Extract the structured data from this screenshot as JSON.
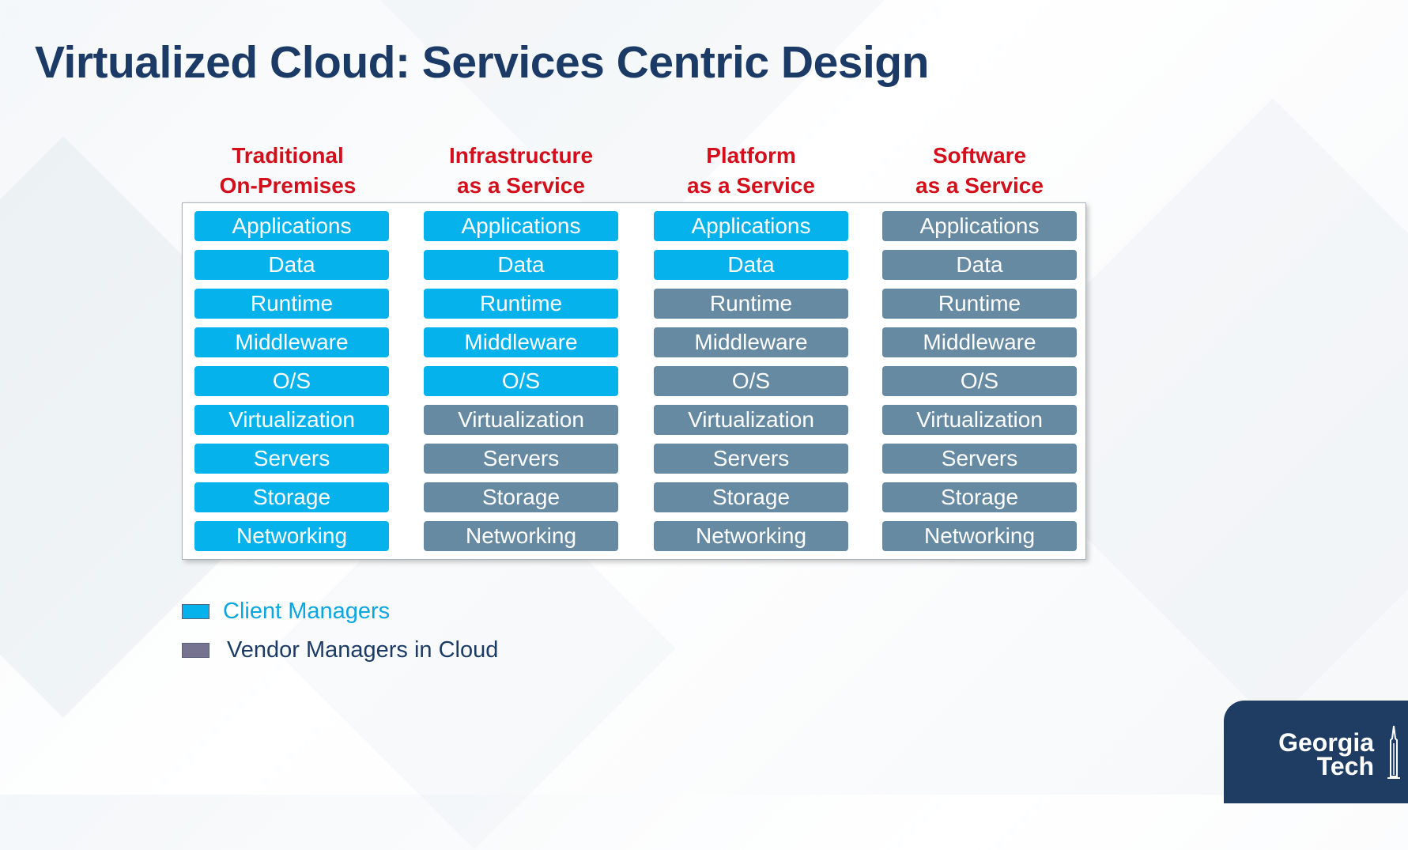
{
  "title": "Virtualized Cloud: Services Centric Design",
  "columns": [
    {
      "header": [
        "Traditional",
        "On-Premises"
      ],
      "cells": [
        {
          "label": "Applications",
          "managed_by": "client"
        },
        {
          "label": "Data",
          "managed_by": "client"
        },
        {
          "label": "Runtime",
          "managed_by": "client"
        },
        {
          "label": "Middleware",
          "managed_by": "client"
        },
        {
          "label": "O/S",
          "managed_by": "client"
        },
        {
          "label": "Virtualization",
          "managed_by": "client"
        },
        {
          "label": "Servers",
          "managed_by": "client"
        },
        {
          "label": "Storage",
          "managed_by": "client"
        },
        {
          "label": "Networking",
          "managed_by": "client"
        }
      ]
    },
    {
      "header": [
        "Infrastructure",
        "as a Service"
      ],
      "cells": [
        {
          "label": "Applications",
          "managed_by": "client"
        },
        {
          "label": "Data",
          "managed_by": "client"
        },
        {
          "label": "Runtime",
          "managed_by": "client"
        },
        {
          "label": "Middleware",
          "managed_by": "client"
        },
        {
          "label": "O/S",
          "managed_by": "client"
        },
        {
          "label": "Virtualization",
          "managed_by": "vendor"
        },
        {
          "label": "Servers",
          "managed_by": "vendor"
        },
        {
          "label": "Storage",
          "managed_by": "vendor"
        },
        {
          "label": "Networking",
          "managed_by": "vendor"
        }
      ]
    },
    {
      "header": [
        "Platform",
        "as a Service"
      ],
      "cells": [
        {
          "label": "Applications",
          "managed_by": "client"
        },
        {
          "label": "Data",
          "managed_by": "client"
        },
        {
          "label": "Runtime",
          "managed_by": "vendor"
        },
        {
          "label": "Middleware",
          "managed_by": "vendor"
        },
        {
          "label": "O/S",
          "managed_by": "vendor"
        },
        {
          "label": "Virtualization",
          "managed_by": "vendor"
        },
        {
          "label": "Servers",
          "managed_by": "vendor"
        },
        {
          "label": "Storage",
          "managed_by": "vendor"
        },
        {
          "label": "Networking",
          "managed_by": "vendor"
        }
      ]
    },
    {
      "header": [
        "Software",
        "as a Service"
      ],
      "cells": [
        {
          "label": "Applications",
          "managed_by": "vendor"
        },
        {
          "label": "Data",
          "managed_by": "vendor"
        },
        {
          "label": "Runtime",
          "managed_by": "vendor"
        },
        {
          "label": "Middleware",
          "managed_by": "vendor"
        },
        {
          "label": "O/S",
          "managed_by": "vendor"
        },
        {
          "label": "Virtualization",
          "managed_by": "vendor"
        },
        {
          "label": "Servers",
          "managed_by": "vendor"
        },
        {
          "label": "Storage",
          "managed_by": "vendor"
        },
        {
          "label": "Networking",
          "managed_by": "vendor"
        }
      ]
    }
  ],
  "legend": {
    "client": {
      "label": "Client Managers",
      "color": "#06b2ec"
    },
    "vendor": {
      "label": "Vendor Managers in Cloud",
      "color": "#75738f"
    }
  },
  "colors": {
    "title": "#1b3b66",
    "header": "#d20f1b",
    "client_cell": "#06b2ec",
    "vendor_cell": "#678aa3",
    "logo_bg": "#1f3c62"
  },
  "logo": {
    "lines": [
      "Georgia",
      "Tech"
    ],
    "icon": "tech-tower-icon"
  }
}
